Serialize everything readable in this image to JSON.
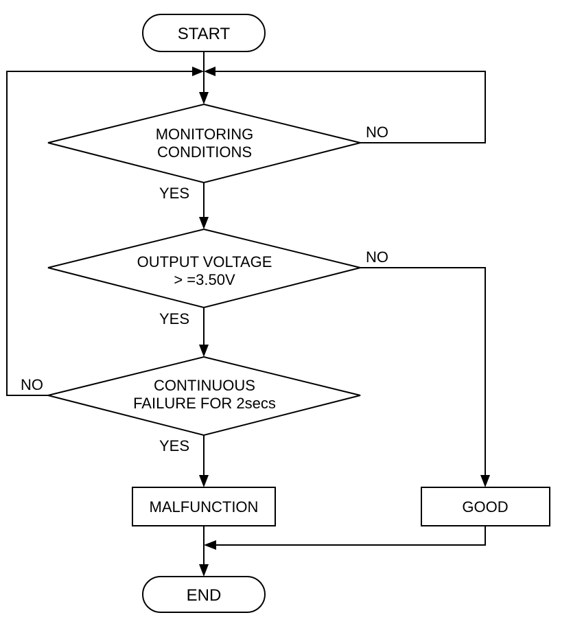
{
  "nodes": {
    "start": "START",
    "decision1": {
      "line1": "MONITORING",
      "line2": "CONDITIONS"
    },
    "decision2": {
      "line1": "OUTPUT VOLTAGE",
      "line2": "> =3.50V"
    },
    "decision3": {
      "line1": "CONTINUOUS",
      "line2": "FAILURE FOR 2secs"
    },
    "malfunction": "MALFUNCTION",
    "good": "GOOD",
    "end": "END"
  },
  "edge_labels": {
    "d1_yes": "YES",
    "d1_no": "NO",
    "d2_yes": "YES",
    "d2_no": "NO",
    "d3_yes": "YES",
    "d3_no": "NO"
  }
}
